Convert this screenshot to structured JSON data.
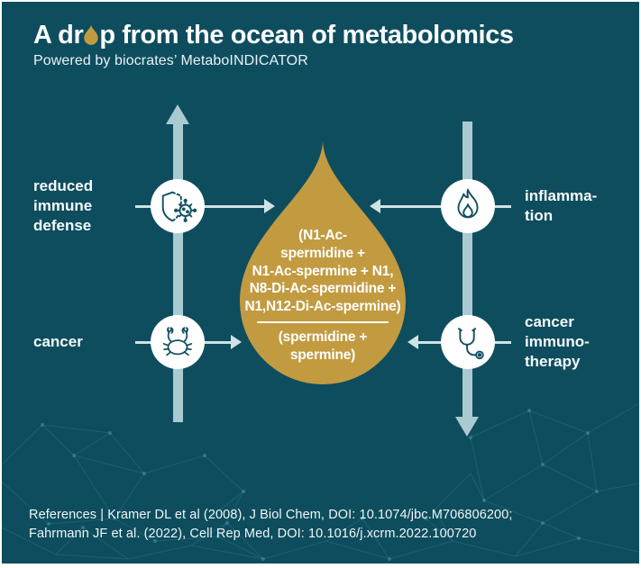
{
  "header": {
    "title_pre": "A dr",
    "title_post": "p from the ocean of metabolomics",
    "subtitle": "Powered by biocrates’ MetaboINDICATOR"
  },
  "drop": {
    "numerator_lines": [
      "(N1-Ac-",
      "spermidine +",
      "N1-Ac-spermine + N1,",
      "N8-Di-Ac-spermidine +",
      "N1,N12-Di-Ac-spermine)"
    ],
    "denominator_lines": [
      "(spermidine +",
      "spermine)"
    ]
  },
  "factors": [
    {
      "id": "reduced-immune-defense",
      "icon": "shield-virus-icon",
      "label_lines": [
        "reduced",
        "immune",
        "defense"
      ]
    },
    {
      "id": "inflammation",
      "icon": "flame-icon",
      "label_lines": [
        "inflamma-",
        "tion"
      ]
    },
    {
      "id": "cancer",
      "icon": "crab-icon",
      "label_lines": [
        "cancer"
      ]
    },
    {
      "id": "cancer-immunotherapy",
      "icon": "stethoscope-icon",
      "label_lines": [
        "cancer",
        "immuno-",
        "therapy"
      ]
    }
  ],
  "references": {
    "lines": [
      "References | Kramer DL et al (2008), J Biol Chem, DOI: 10.1074/jbc.M706806200;",
      "Fahrmann JF et al. (2022), Cell Rep Med, DOI: 10.1016/j.xcrm.2022.100720"
    ]
  },
  "colors": {
    "background": "#0E4D5E",
    "drop_gold": "#C29B41",
    "arrow_light": "#A9CAD1",
    "text_white": "#FFFFFF",
    "network_teal": "#5EC6D8"
  }
}
